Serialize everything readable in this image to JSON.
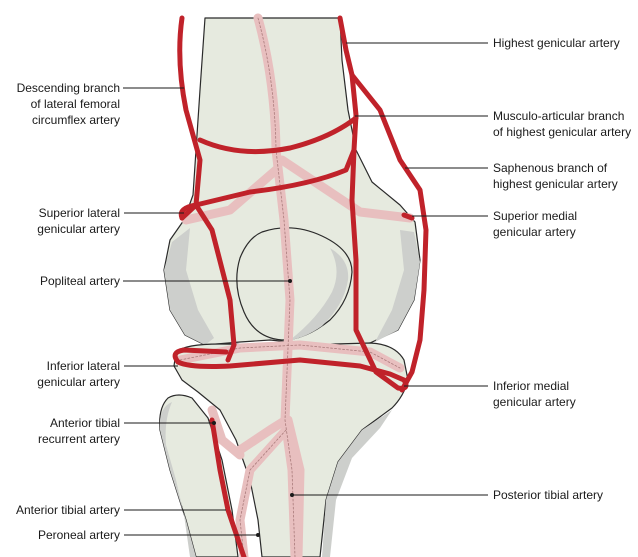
{
  "labels": {
    "highest_genicular": [
      "Highest genicular artery"
    ],
    "descending_branch": [
      "Descending branch",
      "of lateral femoral",
      "circumflex artery"
    ],
    "musculo_articular": [
      "Musculo-articular branch",
      "of highest genicular artery"
    ],
    "saphenous_branch": [
      "Saphenous branch of",
      "highest genicular artery"
    ],
    "superior_lateral": [
      "Superior lateral",
      "genicular artery"
    ],
    "superior_medial": [
      "Superior medial",
      "genicular artery"
    ],
    "popliteal": [
      "Popliteal artery"
    ],
    "inferior_lateral": [
      "Inferior lateral",
      "genicular artery"
    ],
    "inferior_medial": [
      "Inferior medial",
      "genicular artery"
    ],
    "anterior_tibial_recurrent": [
      "Anterior tibial",
      "recurrent artery"
    ],
    "anterior_tibial": [
      "Anterior tibial artery"
    ],
    "posterior_tibial": [
      "Posterior tibial artery"
    ],
    "peroneal": [
      "Peroneal artery"
    ]
  },
  "colors": {
    "artery_red": "#c0222a",
    "deep_vessel_pink": "#e8bfbf",
    "bone_fill": "#e6eadf",
    "bone_shadow": "#cdcfcc",
    "outline": "#2a2a2a"
  }
}
